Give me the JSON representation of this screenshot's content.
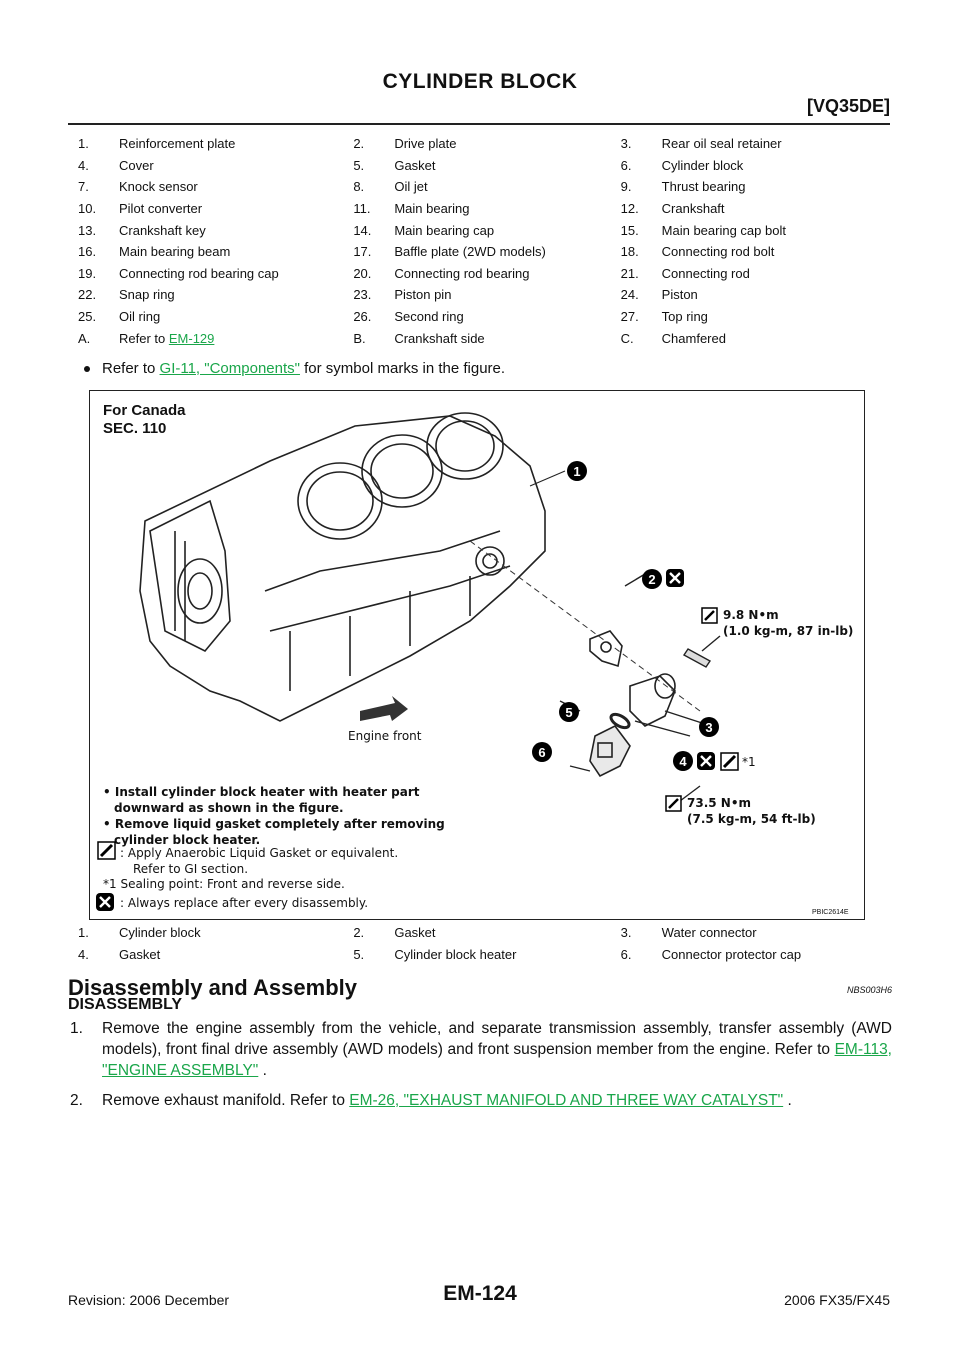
{
  "header": {
    "title": "CYLINDER BLOCK",
    "section": "[VQ35DE]"
  },
  "legend_top": [
    [
      {
        "num": "1.",
        "label": "Reinforcement plate"
      },
      {
        "num": "2.",
        "label": "Drive plate"
      },
      {
        "num": "3.",
        "label": "Rear oil seal retainer"
      }
    ],
    [
      {
        "num": "4.",
        "label": "Cover"
      },
      {
        "num": "5.",
        "label": "Gasket"
      },
      {
        "num": "6.",
        "label": "Cylinder block"
      }
    ],
    [
      {
        "num": "7.",
        "label": "Knock sensor"
      },
      {
        "num": "8.",
        "label": "Oil jet"
      },
      {
        "num": "9.",
        "label": "Thrust bearing"
      }
    ],
    [
      {
        "num": "10.",
        "label": "Pilot converter"
      },
      {
        "num": "11.",
        "label": "Main bearing"
      },
      {
        "num": "12.",
        "label": "Crankshaft"
      }
    ],
    [
      {
        "num": "13.",
        "label": "Crankshaft key"
      },
      {
        "num": "14.",
        "label": "Main bearing cap"
      },
      {
        "num": "15.",
        "label": "Main bearing cap bolt"
      }
    ],
    [
      {
        "num": "16.",
        "label": "Main bearing beam"
      },
      {
        "num": "17.",
        "label": "Baffle plate (2WD models)"
      },
      {
        "num": "18.",
        "label": "Connecting rod bolt"
      }
    ],
    [
      {
        "num": "19.",
        "label": "Connecting rod bearing cap"
      },
      {
        "num": "20.",
        "label": "Connecting rod bearing"
      },
      {
        "num": "21.",
        "label": "Connecting rod"
      }
    ],
    [
      {
        "num": "22.",
        "label": "Snap ring"
      },
      {
        "num": "23.",
        "label": "Piston pin"
      },
      {
        "num": "24.",
        "label": "Piston"
      }
    ],
    [
      {
        "num": "25.",
        "label": "Oil ring"
      },
      {
        "num": "26.",
        "label": "Second ring"
      },
      {
        "num": "27.",
        "label": "Top ring"
      }
    ]
  ],
  "legend_top_last": {
    "a_num": "A.",
    "a_prefix": "Refer to ",
    "a_link": "EM-129",
    "b_num": "B.",
    "b_label": "Crankshaft side",
    "c_num": "C.",
    "c_label": "Chamfered"
  },
  "note": {
    "prefix": "Refer to ",
    "link": "GI-11, \"Components\"",
    "suffix": " for symbol marks in the figure."
  },
  "figure": {
    "heading1": "For Canada",
    "heading2": "SEC. 110",
    "torque1_line1": "9.8 N•m",
    "torque1_line2": "(1.0 kg-m, 87 in-lb)",
    "torque2_line1": "73.5 N•m",
    "torque2_line2": "(7.5 kg-m, 54 ft-lb)",
    "engine_front": "Engine front",
    "sealing_mark": "*1",
    "callouts": [
      "1",
      "2",
      "3",
      "4",
      "5",
      "6"
    ],
    "instr1": "• Install cylinder block heater with heater part",
    "instr1b": "downward as shown in the figure.",
    "instr2": "• Remove liquid gasket completely after removing",
    "instr2b": "cylinder block heater.",
    "key1a": ": Apply Anaerobic Liquid Gasket or equivalent.",
    "key1b": "Refer to GI section.",
    "key2": "*1 Sealing point: Front and reverse side.",
    "key3": ": Always replace after every disassembly.",
    "code": "PBIC2614E"
  },
  "legend_fig": [
    [
      {
        "num": "1.",
        "label": "Cylinder block"
      },
      {
        "num": "2.",
        "label": "Gasket"
      },
      {
        "num": "3.",
        "label": "Water connector"
      }
    ],
    [
      {
        "num": "4.",
        "label": "Gasket"
      },
      {
        "num": "5.",
        "label": "Cylinder block heater"
      },
      {
        "num": "6.",
        "label": "Connector protector cap"
      }
    ]
  ],
  "section": {
    "title": "Disassembly and Assembly",
    "tag": "NBS003H6",
    "subtitle": "DISASSEMBLY"
  },
  "steps": [
    {
      "n": "1.",
      "text": "Remove the engine assembly from the vehicle, and separate transmission assembly, transfer assembly (AWD models), front final drive assembly (AWD models) and front suspension member from the engine. Refer to ",
      "link": "EM-113, \"ENGINE ASSEMBLY\"",
      "after": " ."
    },
    {
      "n": "2.",
      "text": "Remove exhaust manifold. Refer to ",
      "link": "EM-26, \"EXHAUST MANIFOLD AND THREE WAY CATALYST\"",
      "after": " ."
    }
  ],
  "footer": {
    "left": "Revision: 2006 December",
    "center": "EM-124",
    "right": "2006 FX35/FX45"
  }
}
